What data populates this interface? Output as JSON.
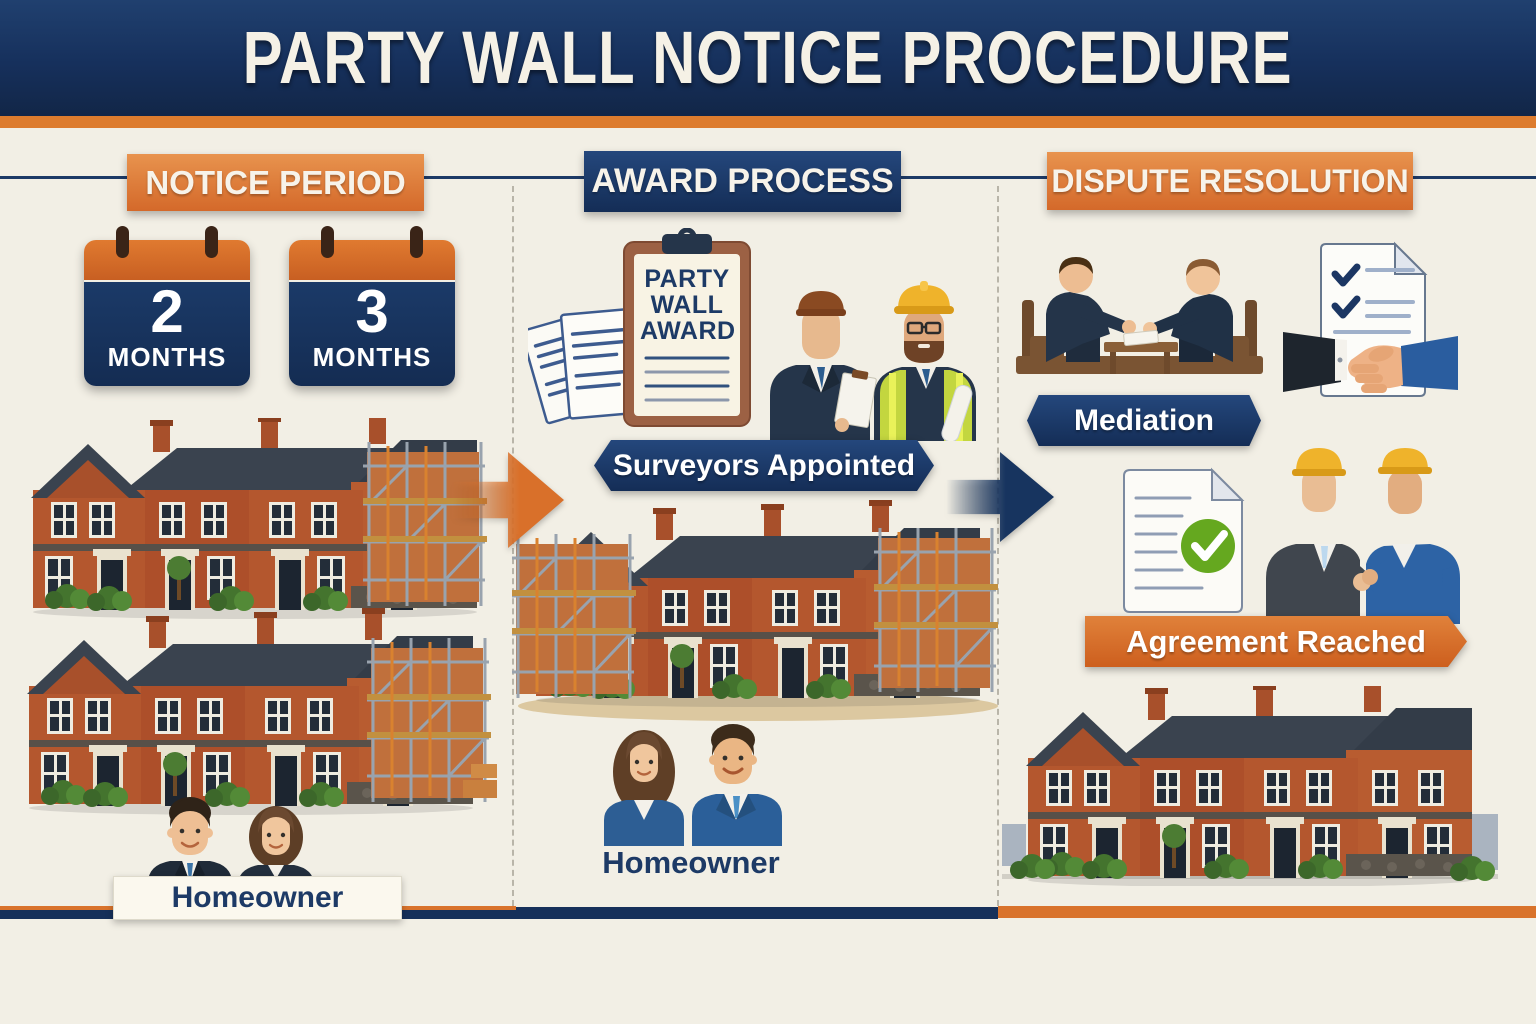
{
  "title": "PARTY WALL NOTICE PROCEDURE",
  "sections": {
    "notice_period": {
      "header": "NOTICE PERIOD",
      "calendars": [
        {
          "number": "2",
          "unit": "MONTHS"
        },
        {
          "number": "3",
          "unit": "MONTHS"
        }
      ],
      "homeowner_label": "Homeowner"
    },
    "award_process": {
      "header": "AWARD PROCESS",
      "clipboard_title": "PARTY WALL AWARD",
      "step_banner": "Surveyors Appointed",
      "homeowner_label": "Homeowner"
    },
    "dispute_resolution": {
      "header": "DISPUTE RESOLUTION",
      "mediation_banner": "Mediation",
      "agreement_banner": "Agreement Reached"
    }
  },
  "colors": {
    "navy": "#1b3a68",
    "navy_dark": "#13294e",
    "orange": "#dd7730",
    "orange_dark": "#cd5f1e",
    "background": "#f2efe5",
    "brick": "#b4572e",
    "roof_slate": "#3a434f",
    "green_check": "#65a81f",
    "hard_hat_yellow": "#efb32b"
  }
}
